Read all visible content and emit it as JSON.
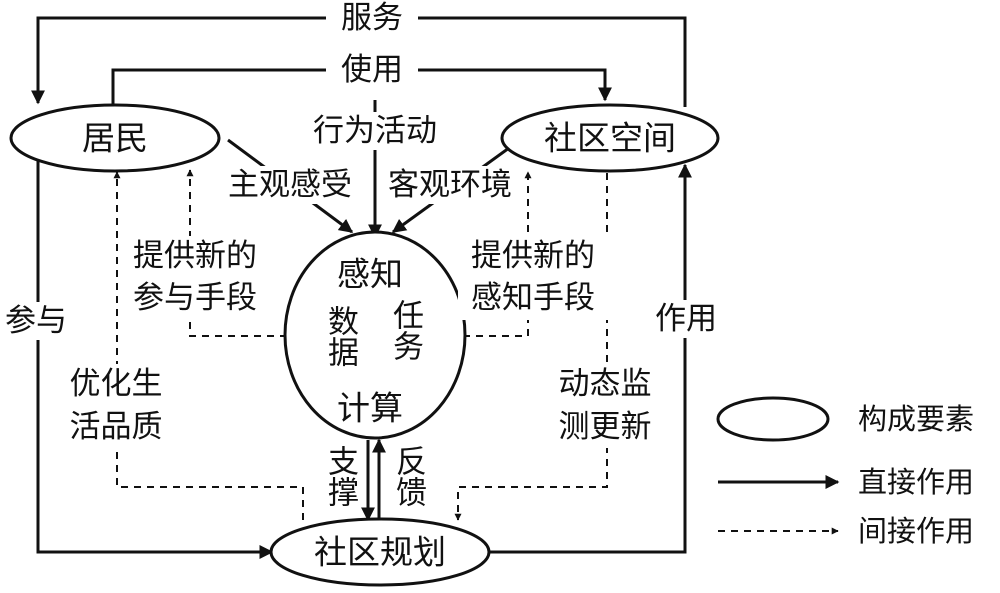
{
  "nodes": {
    "residents": "居民",
    "community_space": "社区空间",
    "perception_top": "感知",
    "perception_bottom": "计算",
    "planning": "社区规划"
  },
  "edges": {
    "service": "服务",
    "use": "使用",
    "behavior": "行为活动",
    "subjective": "主观感受",
    "objective": "客观环境",
    "participation": "参与",
    "action": "作用",
    "data": "数据",
    "task": "任务",
    "support": "支撑",
    "feedback": "反馈"
  },
  "notes": {
    "left_tool_1": "提供新的",
    "left_tool_2": "参与手段",
    "right_tool_1": "提供新的",
    "right_tool_2": "感知手段",
    "quality_1": "优化生",
    "quality_2": "活品质",
    "monitor_1": "动态监",
    "monitor_2": "测更新"
  },
  "legend": {
    "element": "构成要素",
    "direct": "直接作用",
    "indirect": "间接作用"
  }
}
